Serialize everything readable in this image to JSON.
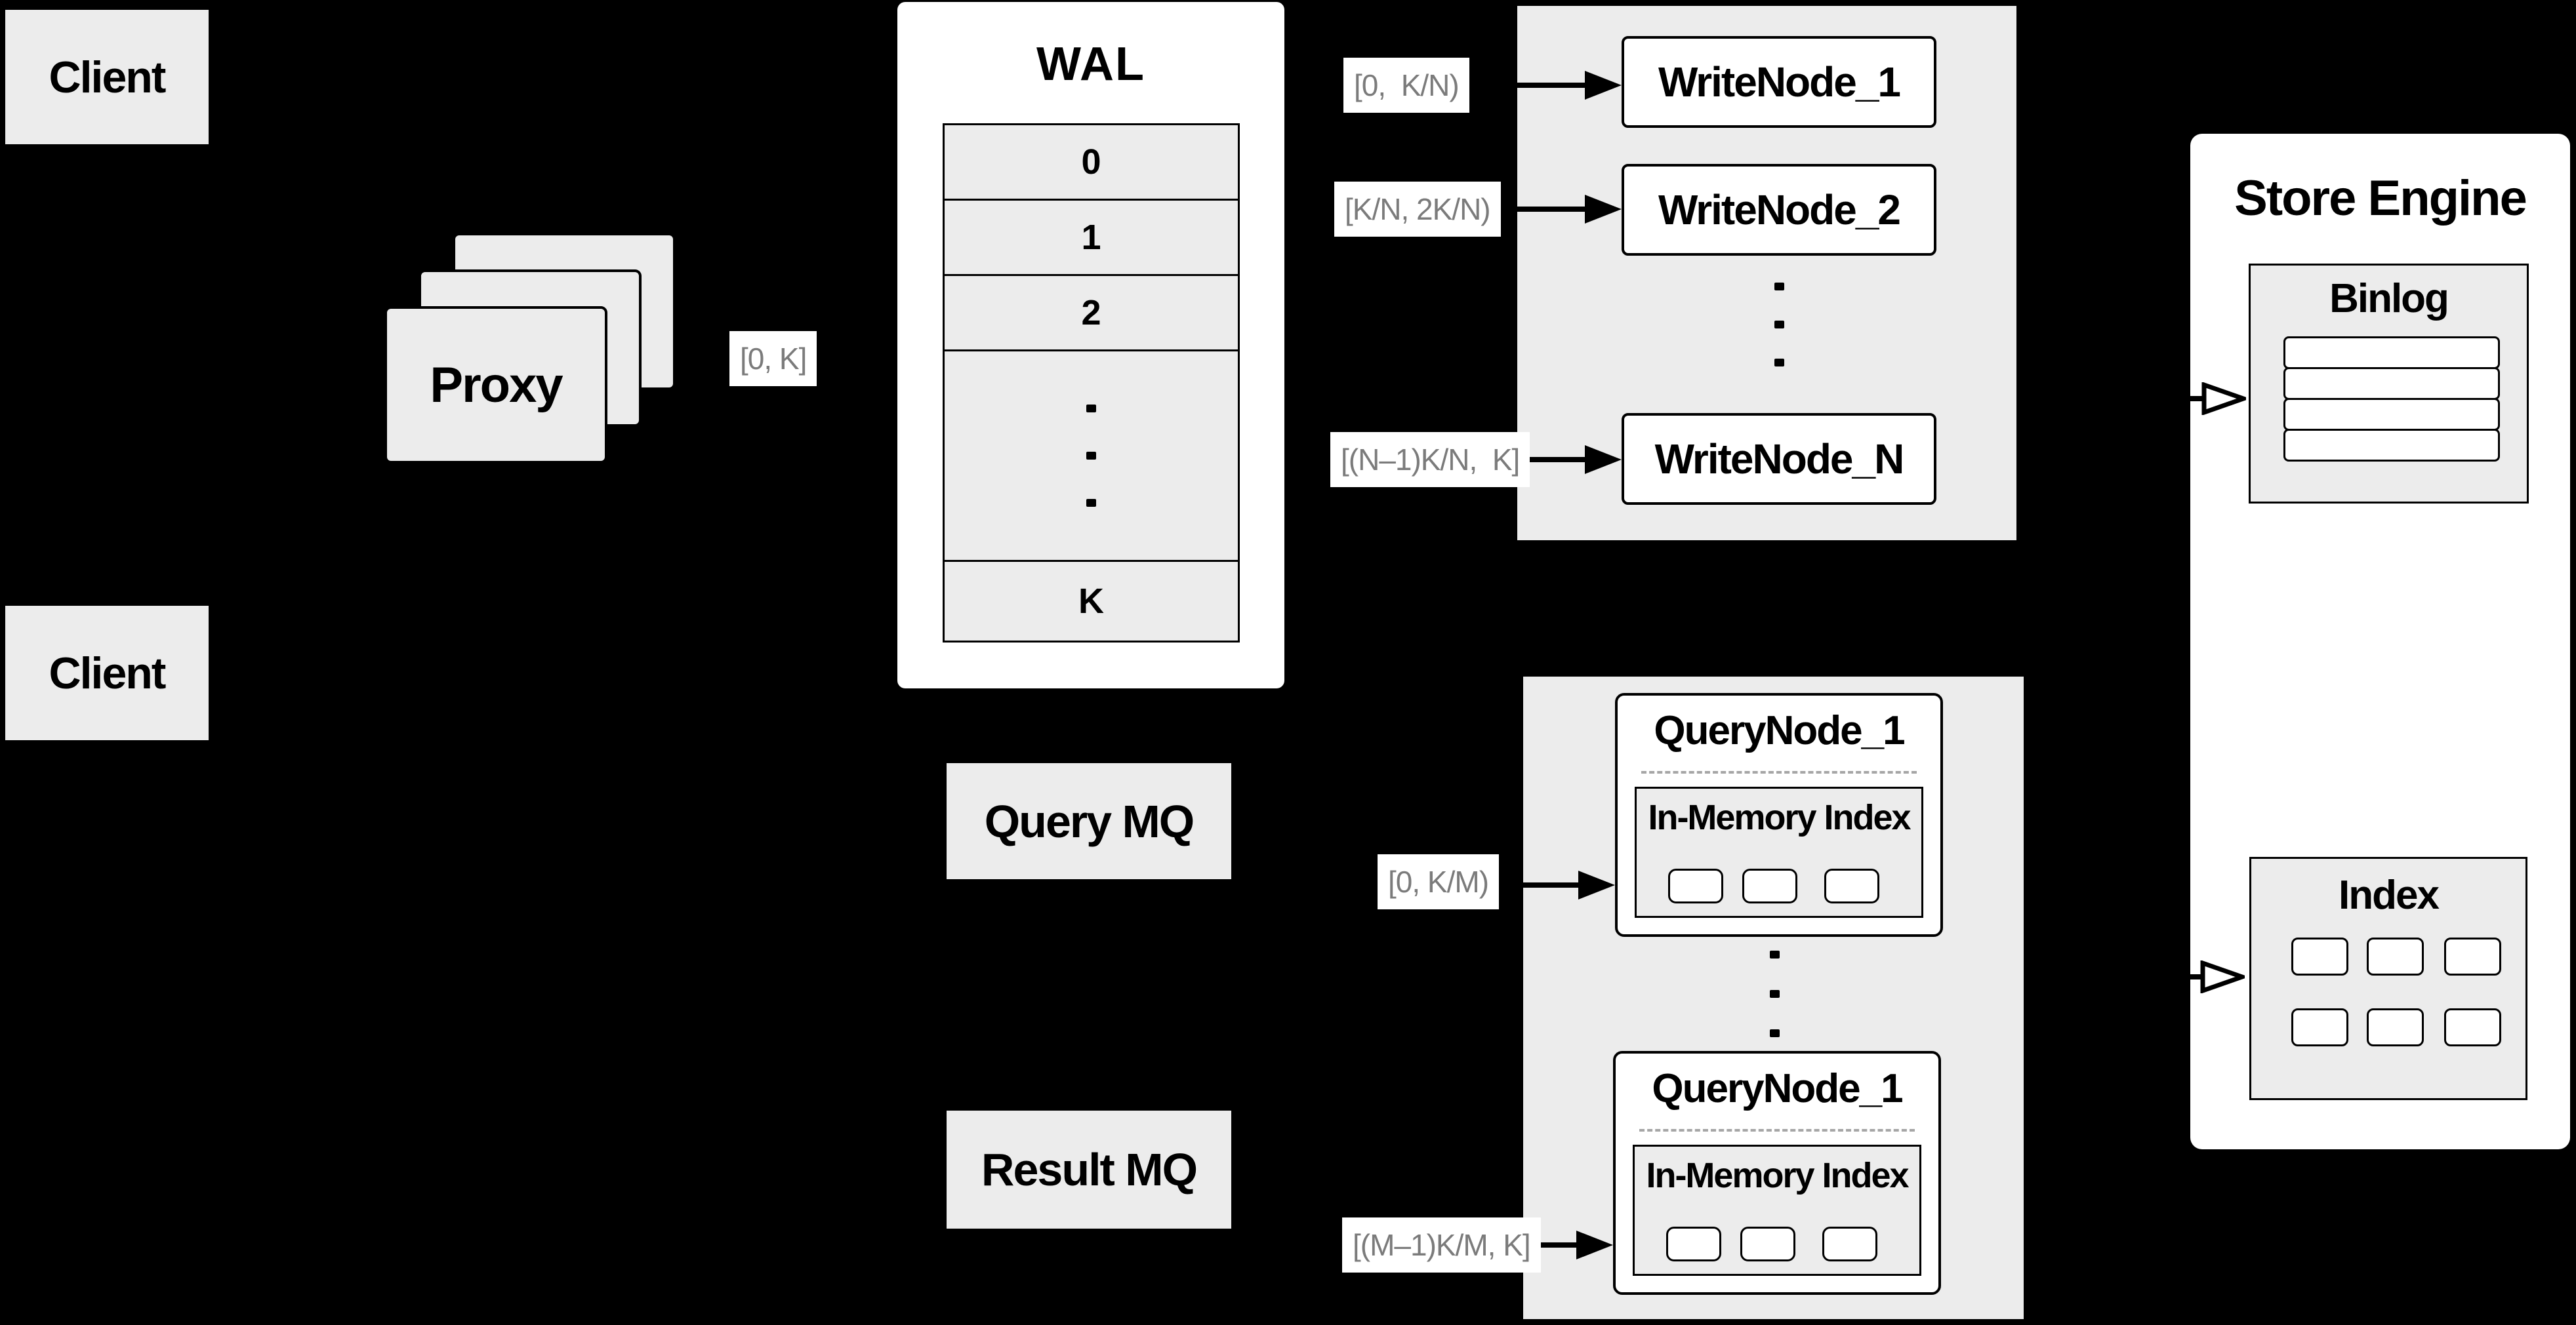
{
  "diagram": {
    "clients": {
      "top": "Client",
      "bottom": "Client"
    },
    "proxy": {
      "label": "Proxy"
    },
    "wal": {
      "title": "WAL",
      "segments": [
        "0",
        "1",
        "2"
      ],
      "last_segment": "K"
    },
    "write_nodes": {
      "items": [
        "WriteNode_1",
        "WriteNode_2",
        "WriteNode_N"
      ]
    },
    "query_nodes": {
      "top": {
        "title": "QueryNode_1",
        "inner_title": "In-Memory Index"
      },
      "bottom": {
        "title": "QueryNode_1",
        "inner_title": "In-Memory Index"
      }
    },
    "mq": {
      "query": "Query MQ",
      "result": "Result MQ"
    },
    "store_engine": {
      "title": "Store Engine",
      "binlog_title": "Binlog",
      "index_title": "Index"
    },
    "range_labels": {
      "client_proxy": "[0, K]",
      "wal_wn1": "[0,  K/N)",
      "wal_wn2": "[K/N, 2K/N)",
      "wal_wnn": "[(N–1)K/N,  K]",
      "query_qn1": "[0, K/M)",
      "qn_result": "[(M–1)K/M, K]"
    },
    "colors": {
      "background": "#000000",
      "panel_gray": "#ececec",
      "box_white": "#ffffff",
      "line_black": "#000000",
      "range_label_text": "#7b7b7b"
    }
  }
}
